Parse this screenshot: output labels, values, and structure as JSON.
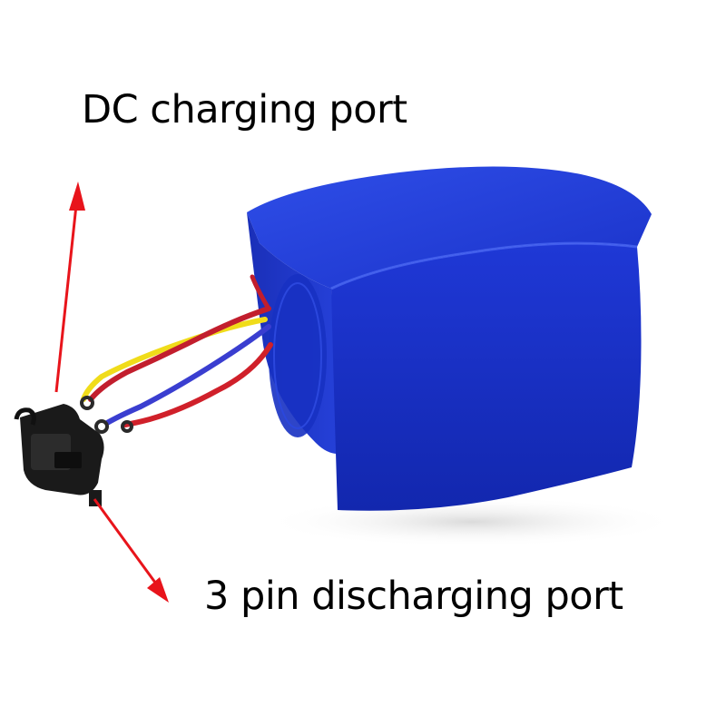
{
  "labels": {
    "dc_charging": "DC charging port",
    "discharging": "3 pin discharging port"
  },
  "colors": {
    "battery_blue": "#1c35d6",
    "arrow_red": "#e8141b",
    "wire_yellow": "#f2e21a",
    "wire_red": "#c8202a",
    "wire_blue": "#3440c8",
    "connector_black": "#1a1a1a"
  },
  "icons": {
    "battery": "battery-pack-image",
    "connector": "three-pin-connector-image",
    "arrow_up": "red-arrow-up",
    "arrow_down": "red-arrow-down"
  }
}
